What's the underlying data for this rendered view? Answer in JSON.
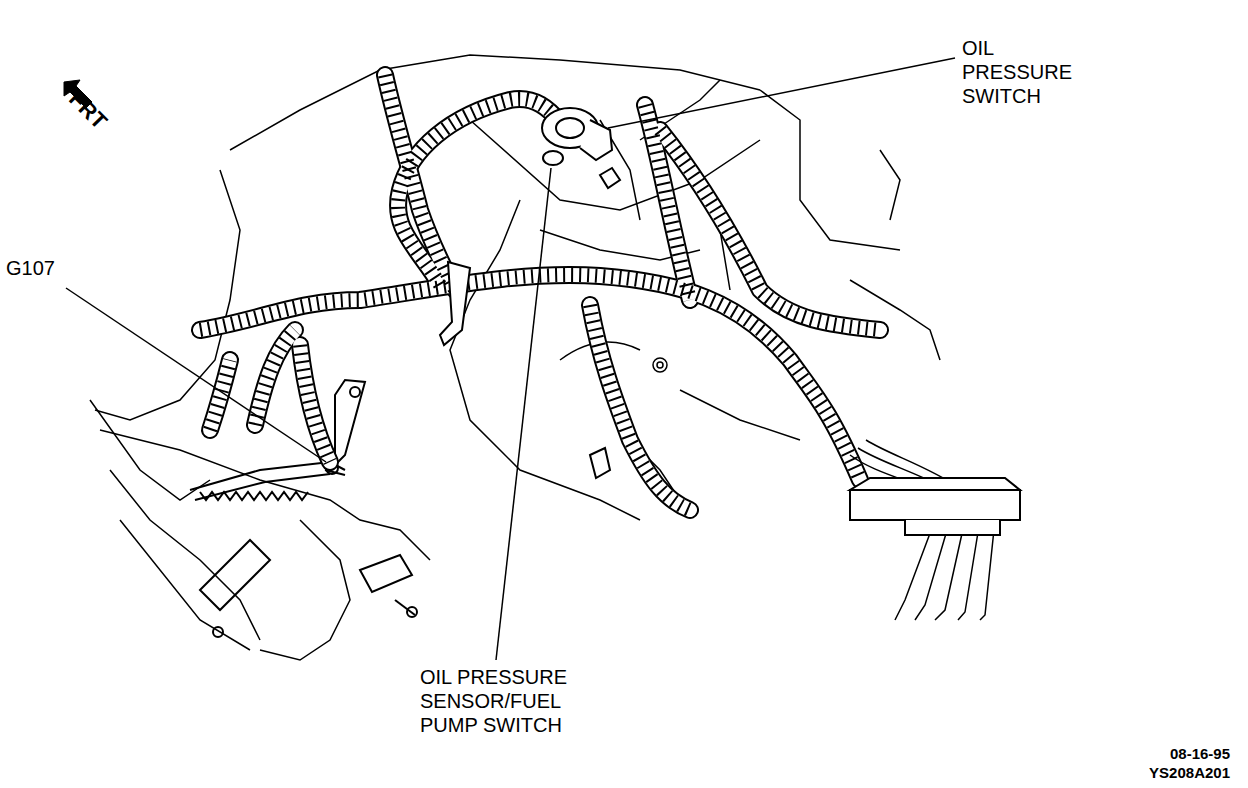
{
  "diagram": {
    "labels": [
      "FRT",
      "G107",
      "OIL PRESSURE SWITCH",
      "OIL PRESSURE SENSOR/FUEL PUMP SWITCH",
      "08-16-95",
      "YS208A201"
    ]
  }
}
